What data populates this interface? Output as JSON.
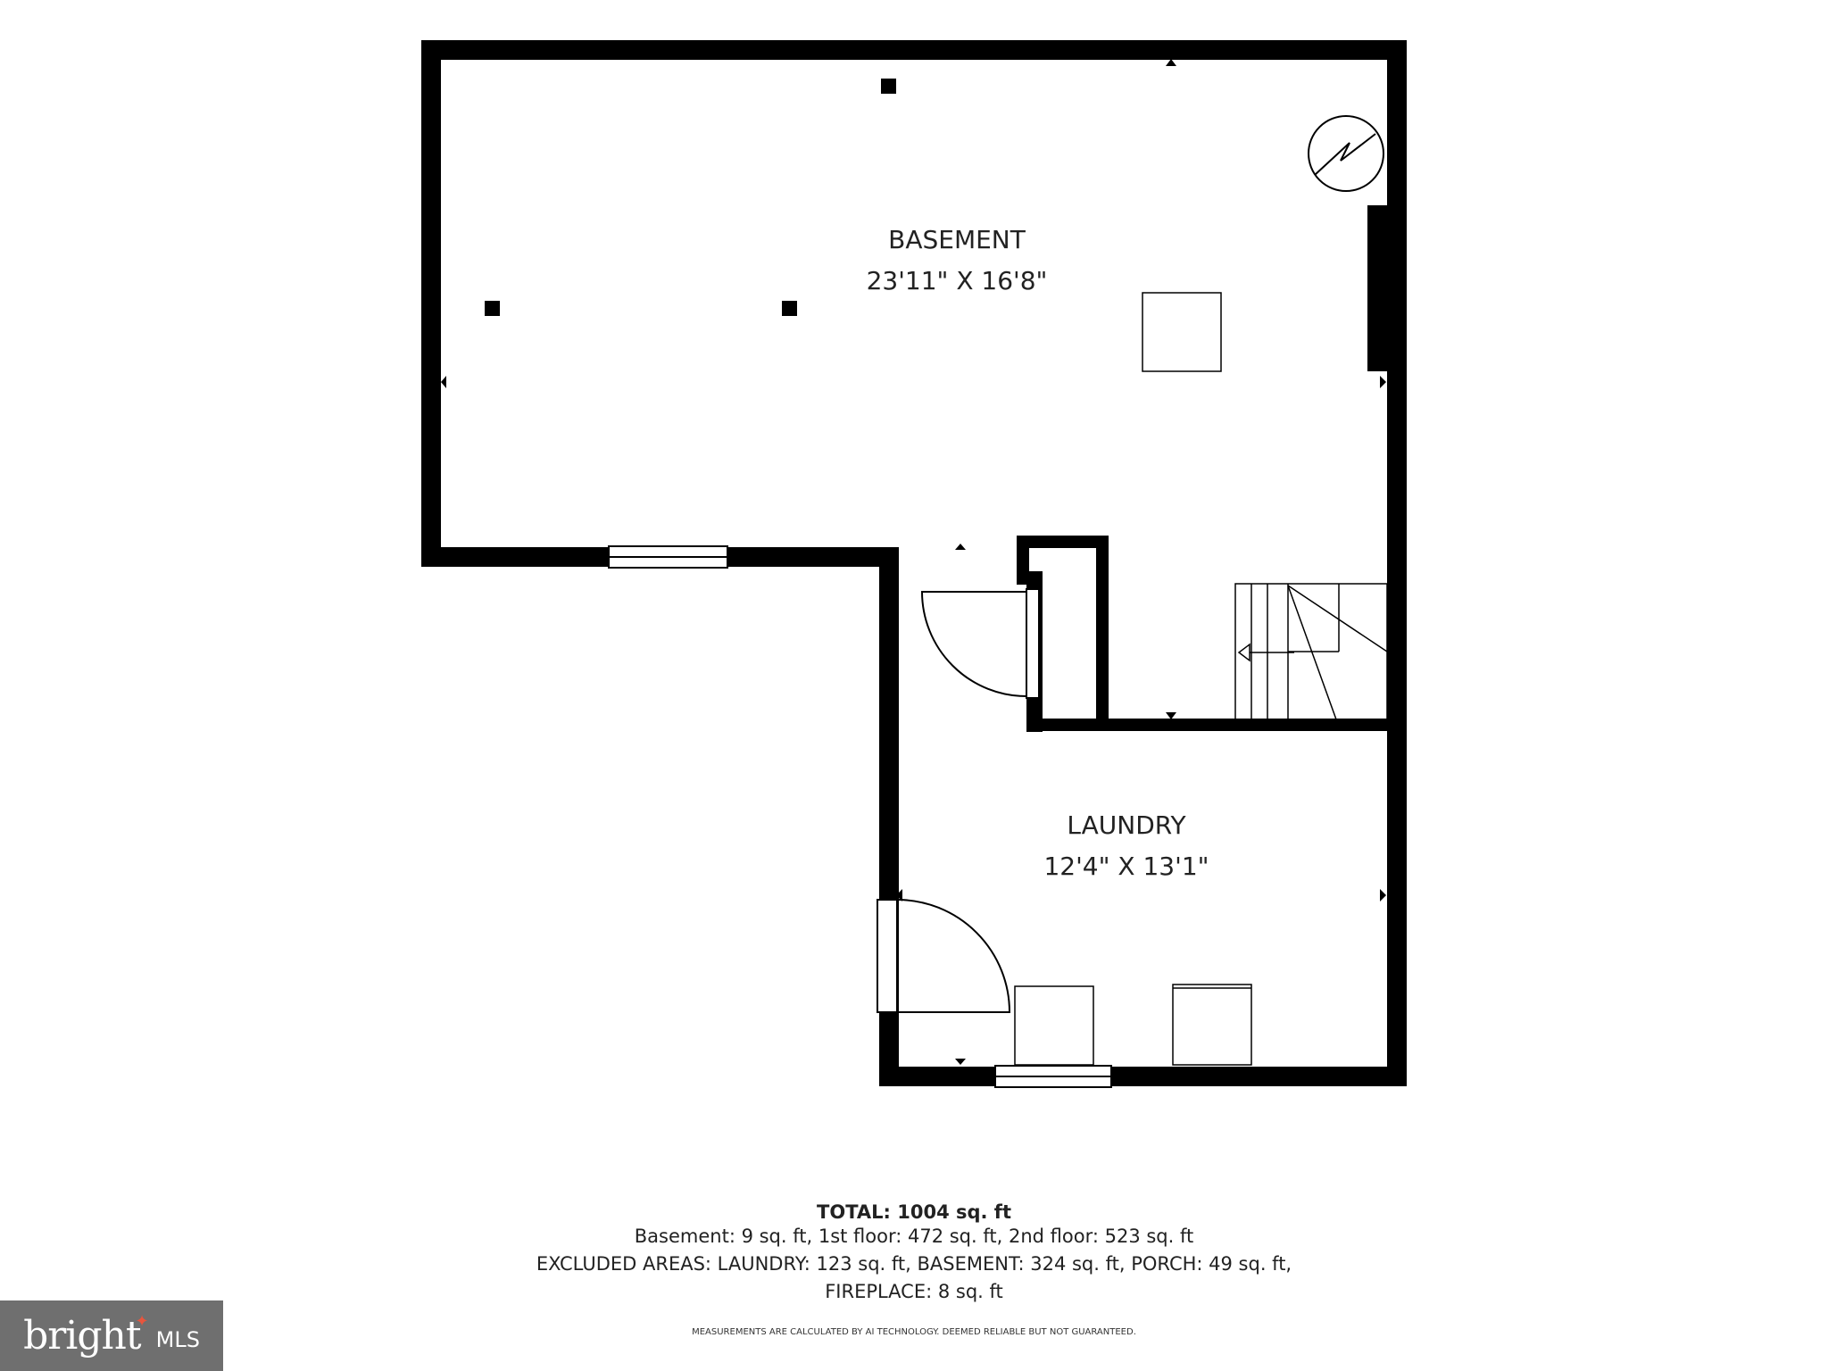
{
  "rooms": [
    {
      "name": "BASEMENT",
      "dimensions": "23'11\" X 16'8\""
    },
    {
      "name": "LAUNDRY",
      "dimensions": "12'4\" X 13'1\""
    }
  ],
  "summary": {
    "total": "TOTAL: 1004 sq. ft",
    "line1": "Basement: 9 sq. ft, 1st floor: 472 sq. ft, 2nd floor: 523 sq. ft",
    "line2": "EXCLUDED AREAS: LAUNDRY: 123 sq. ft, BASEMENT: 324 sq. ft, PORCH: 49 sq. ft,",
    "line3": "FIREPLACE: 8 sq. ft"
  },
  "disclaimer": "MEASUREMENTS ARE CALCULATED BY AI TECHNOLOGY. DEEMED RELIABLE BUT NOT GUARANTEED.",
  "logo": {
    "word": "bright",
    "suffix": "MLS",
    "spark_color": "#e8553d",
    "background": "#6f6f6f"
  },
  "colors": {
    "wall": "#000000",
    "background": "#ffffff"
  }
}
